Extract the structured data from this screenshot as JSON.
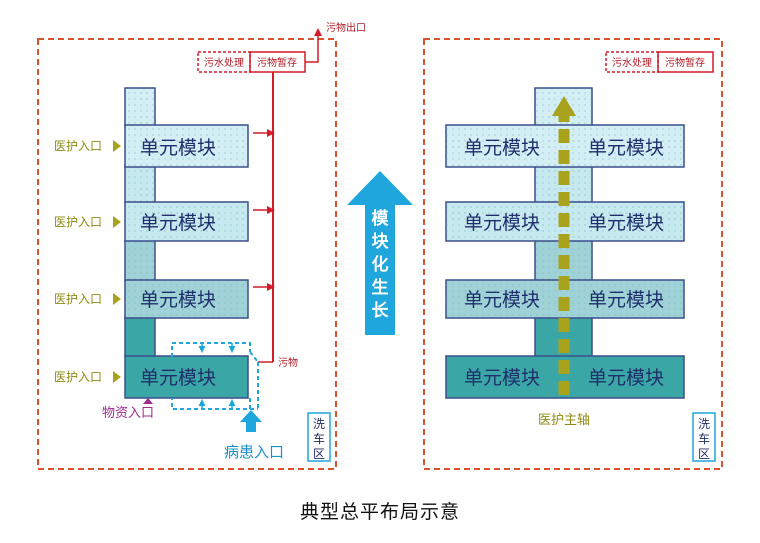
{
  "left": {
    "waste_exit": "污物出口",
    "sewage_treatment": "污水处理",
    "waste_storage": "污物暂存",
    "module_label": "单元模块",
    "medical_entrance": "医护入口",
    "waste_label": "污物",
    "supply_entrance": "物资入口",
    "patient_entrance": "病患入口",
    "car_wash": [
      "洗",
      "车",
      "区"
    ]
  },
  "middle": {
    "growth_text": [
      "模",
      "块",
      "化",
      "生",
      "长"
    ]
  },
  "right": {
    "sewage_treatment": "污水处理",
    "waste_storage": "污物暂存",
    "module_label": "单元模块",
    "main_axis": "医护主轴",
    "car_wash": [
      "洗",
      "车",
      "区"
    ]
  },
  "caption": "典型总平布局示意",
  "colors": {
    "dashed_border": "#d9532c",
    "medical_olive": "#a9a21c",
    "waste_red": "#d21c28",
    "patient_blue": "#1fa6dd",
    "supply_purple": "#a12a8f",
    "module_outline": "#3c4e8c",
    "module_text": "#1f2f6b"
  }
}
